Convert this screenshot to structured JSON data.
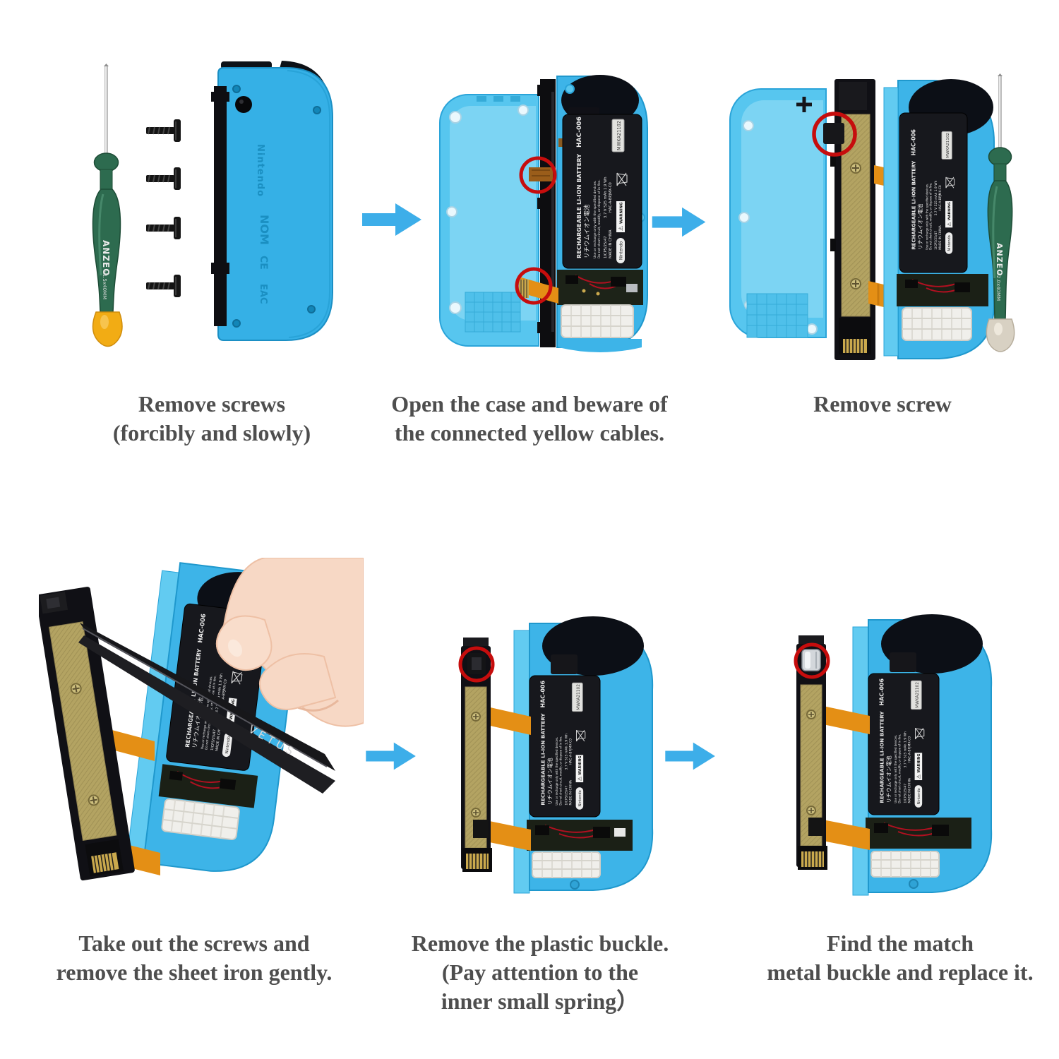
{
  "captions": {
    "step1": [
      "Remove screws",
      "(forcibly and slowly)"
    ],
    "step2": [
      "Open the case and beware of",
      "the connected yellow cables."
    ],
    "step3": [
      "Remove screw"
    ],
    "step4": [
      "Take out the screws and",
      "remove the sheet iron gently."
    ],
    "step5": [
      "Remove the plastic buckle.",
      "(Pay attention to the",
      "inner small spring）"
    ],
    "step6": [
      "Find the match",
      "metal buckle and replace it."
    ]
  },
  "brands": {
    "screwdriver": "ANZEO",
    "screwdriver_spec_small": "+1.5x40MM",
    "screwdriver_spec_large": "+2.0x40MM",
    "tweezers": "VETUS",
    "console": "Nintendo"
  },
  "battery_label": {
    "model": "HAC-006",
    "title": "RECHARGEABLE LI-ION BATTERY",
    "title_jp": "リチウムイオン電池",
    "warning": "WARNING",
    "caution1": "Use or recharge only with the specified devices.",
    "caution2": "Do not short-circuit, modify, or dispose of in fire.",
    "cell_type": "1ICP5/25/47",
    "rating": "3.7 V 525 mAh 1.9 Wh",
    "origin": "MADE IN CHINA",
    "part_no": "HAC-A-BPJMX-C0",
    "serial": "MWKA21102"
  },
  "regulatory_marks": [
    "NOM",
    "CE",
    "EAC"
  ],
  "colors": {
    "arrow_blue": "#3daee9",
    "marker_red": "#c60d0d",
    "joycon_blue": "#38b3e8",
    "shell_interior_blue": "#5cc9f0",
    "battery_black": "#17181d",
    "rail_gold": "#b3a362",
    "cable_orange": "#e48f15",
    "handle_green": "#2d6b4f",
    "cap_yellow": "#f2ac14",
    "cap_gray": "#d8d1c3",
    "caption_gray": "#4e4e4e"
  }
}
